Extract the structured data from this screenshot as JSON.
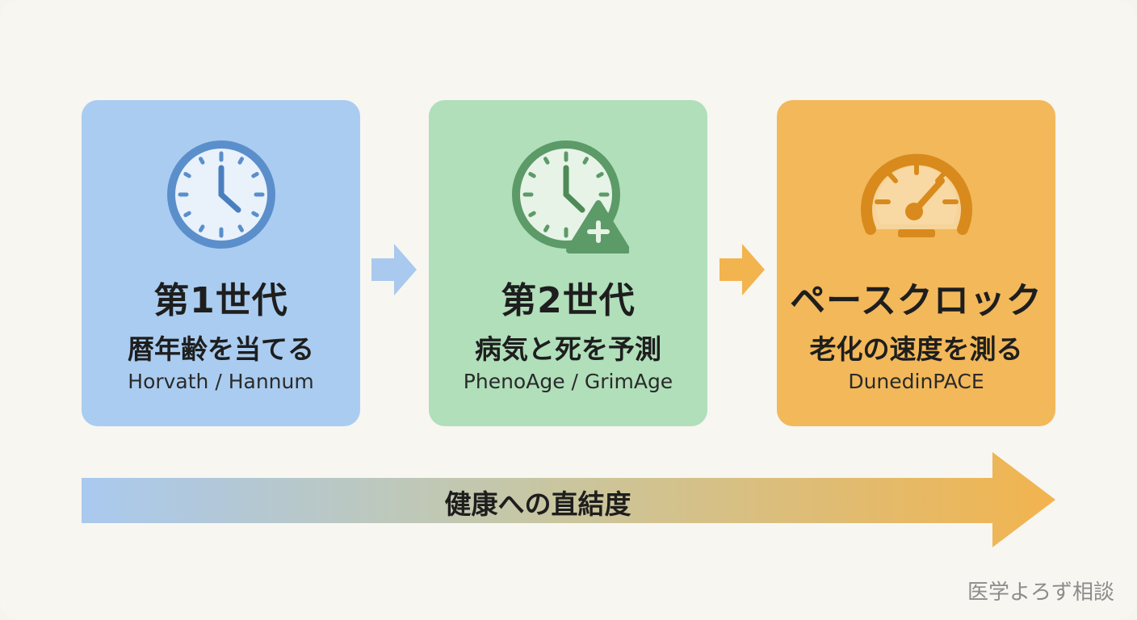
{
  "cards": [
    {
      "title": "第1世代",
      "subtitle": "暦年齢を当てる",
      "models": "Horvath / Hannum",
      "icon": "clock-icon",
      "color": "#aaccf0"
    },
    {
      "title": "第2世代",
      "subtitle": "病気と死を予測",
      "models": "PhenoAge / GrimAge",
      "icon": "clock-warning-icon",
      "color": "#b0dfba"
    },
    {
      "title": "ペースクロック",
      "subtitle": "老化の速度を測る",
      "models": "DunedinPACE",
      "icon": "speedometer-icon",
      "color": "#f2b85a"
    }
  ],
  "axis": {
    "label": "健康への直結度",
    "gradient_start": "#a9c9ef",
    "gradient_end": "#f2b44e"
  },
  "watermark": "医学よろず相談"
}
